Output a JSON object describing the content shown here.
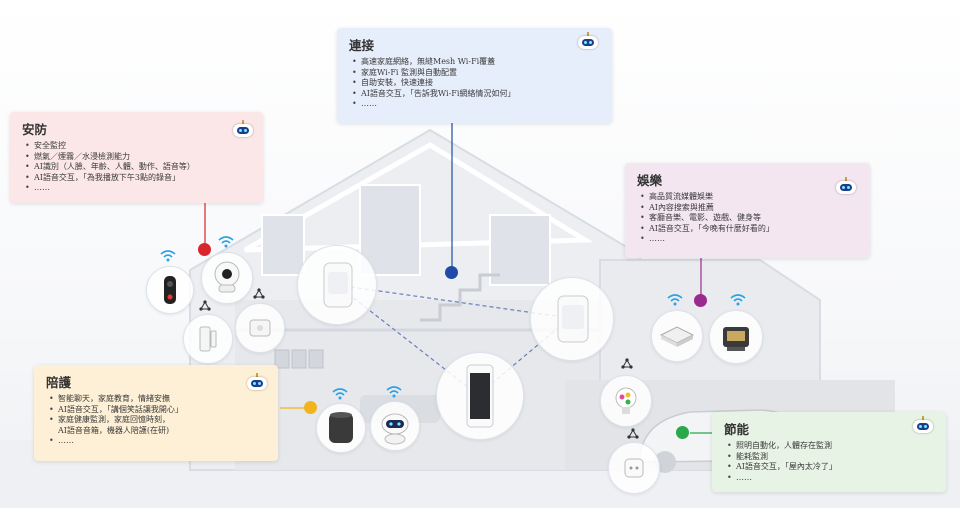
{
  "cards": {
    "security": {
      "title": "安防",
      "items": [
        "安全監控",
        "燃氣／煙霧／水浸檢測能力",
        "AI識別（人臉、年齡、人體、動作、語音等）",
        "AI語音交互，「為我播放下午3點的錄音」",
        "……"
      ],
      "bg": "#fbe7e7"
    },
    "connect": {
      "title": "連接",
      "items": [
        "高速家庭網絡，無縫Mesh Wi-Fi覆蓋",
        "家庭Wi-Fi 監測與自動配置",
        "自助安裝，快速連接",
        "AI語音交互，「告訴我Wi-Fi網絡情況如何」",
        "……"
      ],
      "bg": "#e7eefb"
    },
    "entertainment": {
      "title": "娛樂",
      "items": [
        "高品質流媒體娛樂",
        "AI內容搜索與推薦",
        "客廳音樂、電影、遊戲、健身等",
        "AI語音交互，「今晚有什麼好看的」",
        "……"
      ],
      "bg": "#f3e6f1"
    },
    "companion": {
      "title": "陪護",
      "items": [
        "智能聊天，家庭教育，情緒安撫",
        "AI語音交互，「講個笑話讓我開心」",
        "家庭健康監測，家庭回憶時刻，",
        "……"
      ],
      "extra_line": "AI語音音箱，機器人陪護(在研)",
      "bg": "#fdf0d6"
    },
    "energy": {
      "title": "節能",
      "items": [
        "照明自動化，人體存在監測",
        "能耗監測",
        "AI語音交互，「屋內太冷了」",
        "……"
      ],
      "bg": "#e7f3e4"
    }
  },
  "colors": {
    "security_dot": "#d8262c",
    "connect_dot": "#1f4aa8",
    "entertainment_dot": "#9b2a8f",
    "companion_dot": "#f2b41c",
    "energy_dot": "#2aa84a",
    "wifi": "#2aa1e6"
  },
  "icons": [
    "robot-icon",
    "wifi-icon",
    "share-icon",
    "camera-icon",
    "doorbell-icon",
    "sensor-icon",
    "router-icon",
    "speaker-icon",
    "robot-companion-icon",
    "set-top-box-icon",
    "projector-icon",
    "bulb-icon",
    "plug-icon"
  ]
}
